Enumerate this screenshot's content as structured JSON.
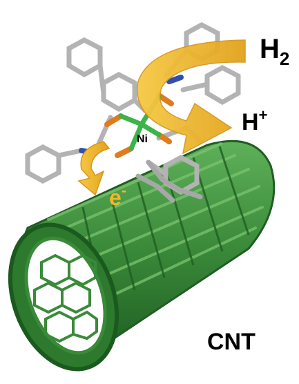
{
  "labels": {
    "h2_base": "H",
    "h2_sub": "2",
    "hplus_base": "H",
    "hplus_sup": "+",
    "ni": "Ni",
    "electron_base": "e",
    "electron_sup": "-",
    "cnt": "CNT"
  },
  "colors": {
    "nanotube": "#3a8a3a",
    "nanotube_dark": "#1f5e22",
    "nanotube_light": "#5fb05a",
    "arrow": "#f2b825",
    "arrow_dark": "#d9951a",
    "carbon": "#b3b3b3",
    "phosphorus": "#e07b1e",
    "nitrogen": "#2f4fb0",
    "nickel": "#3cb44b",
    "electron_text": "#f2b825"
  }
}
